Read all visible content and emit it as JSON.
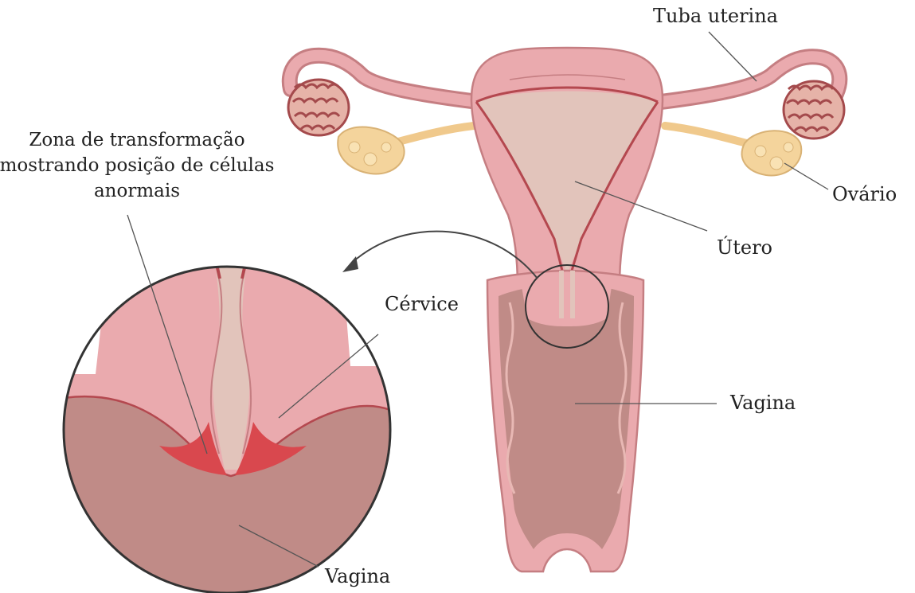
{
  "labels": {
    "tuba": "Tuba uterina",
    "ovario": "Ovário",
    "utero": "Útero",
    "cervice": "Cérvice",
    "vagina_main": "Vagina",
    "vagina_inset": "Vagina",
    "zona_line1": "Zona de transformação",
    "zona_line2": "mostrando posição de células",
    "zona_line3": "anormais"
  },
  "colors": {
    "tissue_pink": "#eaaaae",
    "tissue_light": "#f3c9cb",
    "cavity_beige": "#e2c4bb",
    "vessel_red": "#b4484f",
    "vagina_mauve": "#c08b87",
    "vagina_inner": "#b77f7c",
    "ovary_yellow": "#f4d49c",
    "abnormal_red": "#d9484e",
    "outline_dark": "#333333"
  }
}
